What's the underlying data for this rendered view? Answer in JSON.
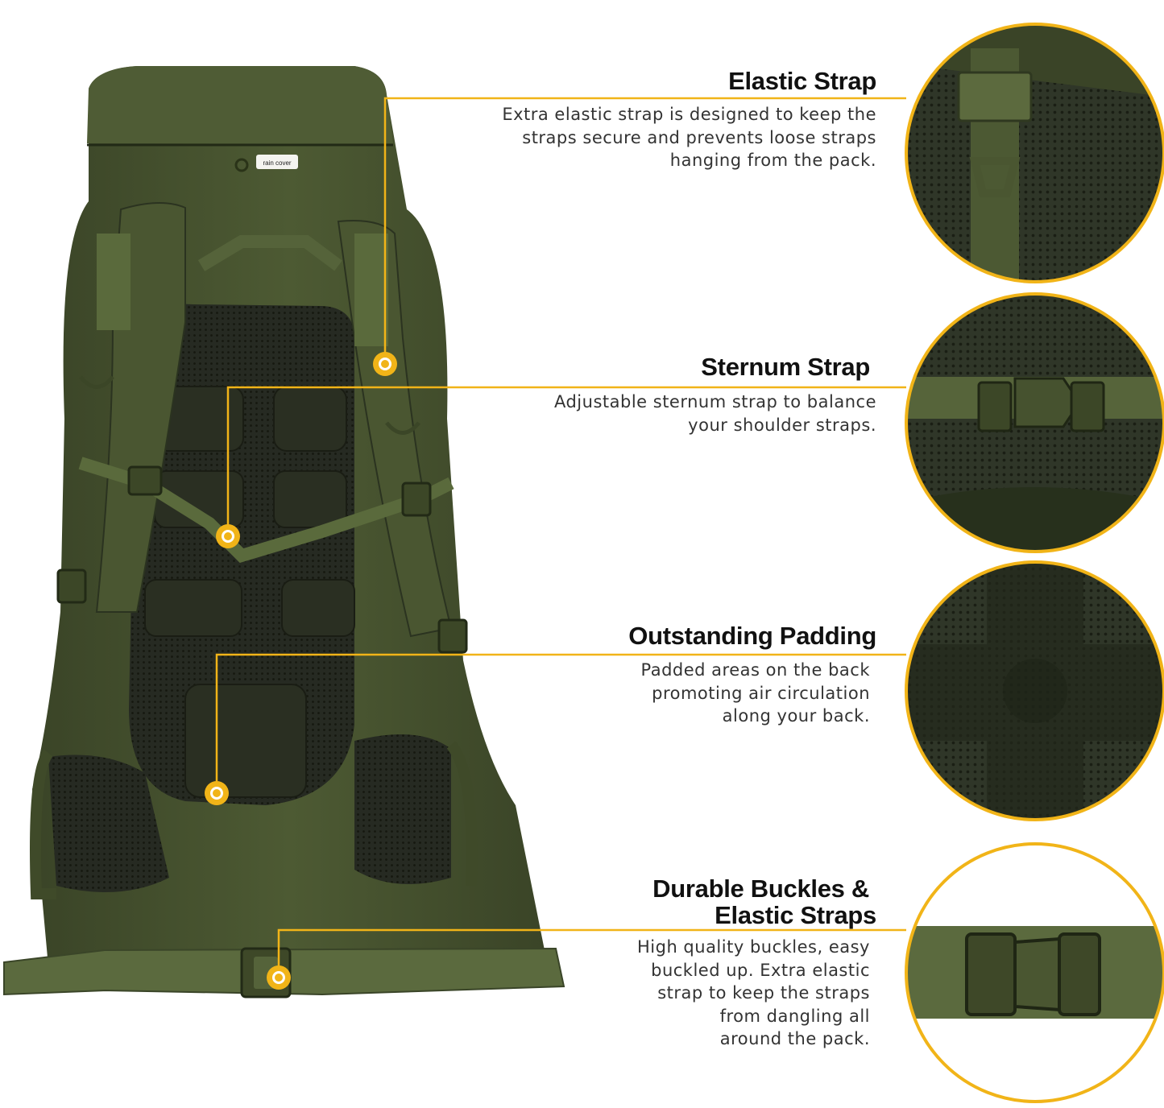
{
  "colors": {
    "accent": "#f1b418",
    "backpack": "#4a5631",
    "backpack_dark": "#2b3320",
    "background": "#ffffff"
  },
  "badge": "rain cover",
  "features": [
    {
      "title": [
        "Elastic Strap"
      ],
      "description": [
        "Extra elastic strap is designed to keep the",
        "straps secure and prevents loose straps",
        "hanging from the pack."
      ]
    },
    {
      "title": [
        "Sternum Strap"
      ],
      "description": [
        "Adjustable sternum strap to balance",
        "your shoulder straps."
      ]
    },
    {
      "title": [
        "Outstanding Padding"
      ],
      "description": [
        "Padded areas on the back",
        "promoting air circulation",
        "along your back."
      ]
    },
    {
      "title": [
        "Durable Buckles &",
        "Elastic Straps"
      ],
      "description": [
        "High quality buckles, easy",
        "buckled up. Extra elastic",
        "strap to keep the straps",
        "from dangling all",
        "around the pack."
      ]
    }
  ]
}
